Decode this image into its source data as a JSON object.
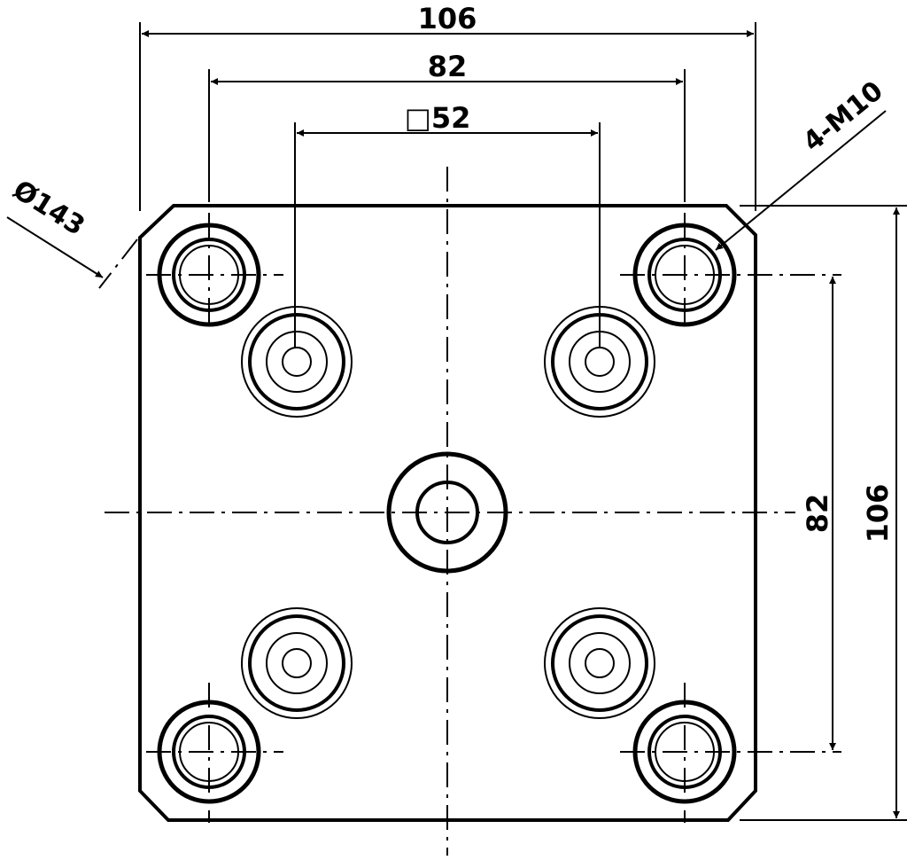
{
  "drawing": {
    "line_color": "#000000",
    "background": "#ffffff",
    "dimensions": {
      "overall_width": "106",
      "bolt_spacing_horizontal": "82",
      "square_pattern": "□52",
      "bolt_spacing_vertical": "82",
      "overall_height": "106",
      "corner_diameter": "Ø143",
      "thread_callout": "4-M10"
    }
  }
}
